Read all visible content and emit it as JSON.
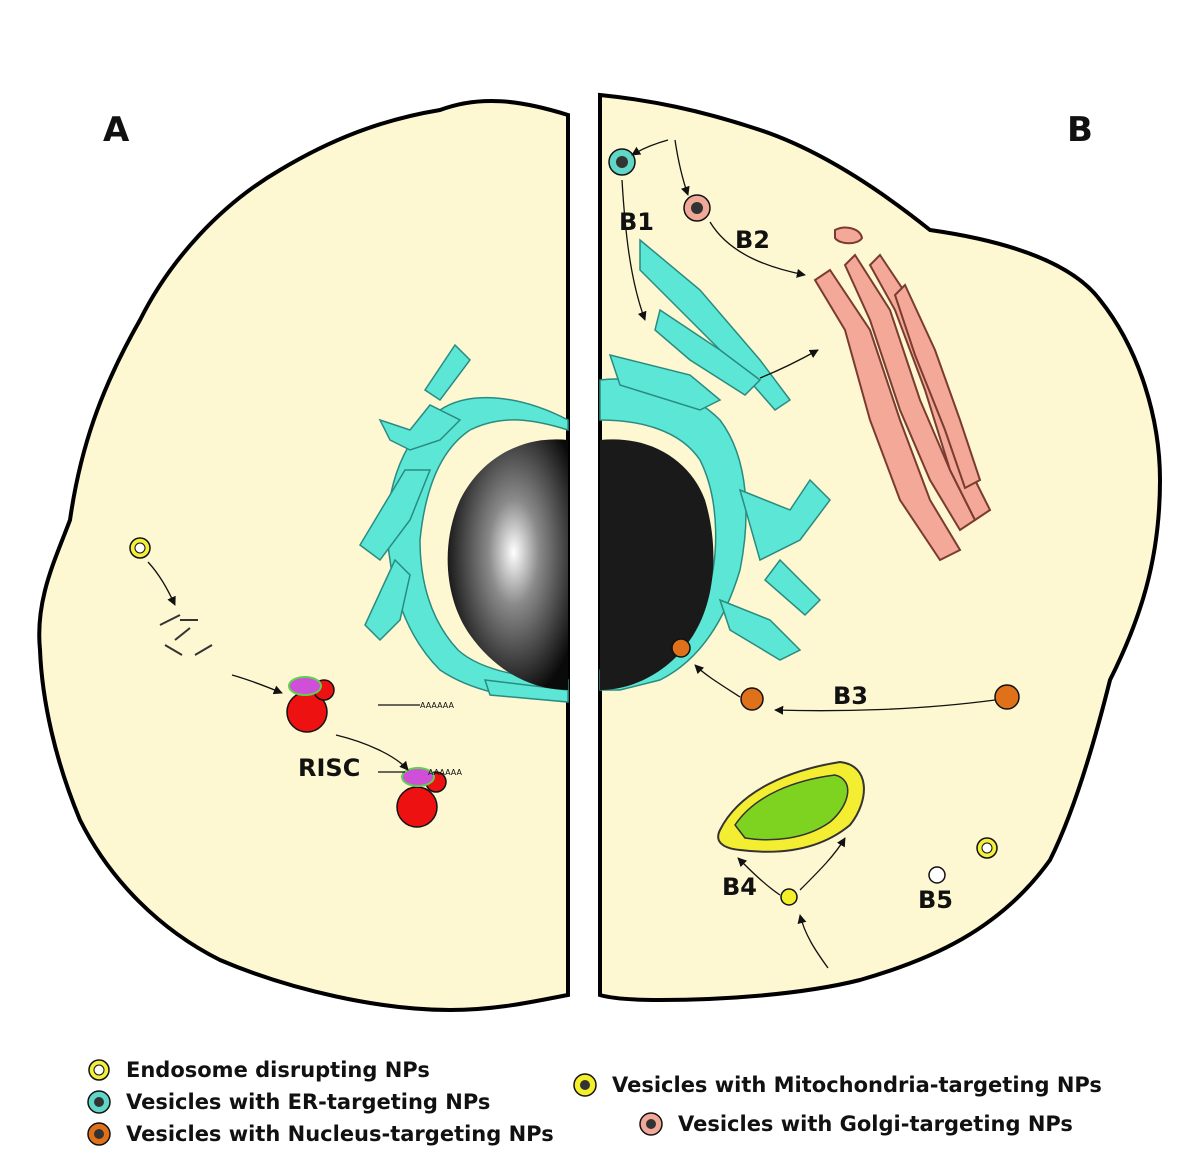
{
  "panels": {
    "left_label": "A",
    "right_label": "B"
  },
  "labels": {
    "b1": "B1",
    "b2": "B2",
    "b3": "B3",
    "b4": "B4",
    "b5": "B5",
    "risc": "RISC",
    "polyA": "AAAAAA"
  },
  "legend": [
    {
      "icon": "endosome-disrupting-icon",
      "text": "Endosome disrupting NPs",
      "color": "#f3ef3a"
    },
    {
      "icon": "er-vesicle-icon",
      "text": "Vesicles with ER-targeting NPs",
      "color": "#5fd6c6"
    },
    {
      "icon": "nucleus-vesicle-icon",
      "text": "Vesicles with Nucleus-targeting NPs",
      "color": "#e0711b"
    },
    {
      "icon": "mitochondria-vesicle-icon",
      "text": "Vesicles with Mitochondria-targeting NPs",
      "color": "#f3ef2a"
    },
    {
      "icon": "golgi-vesicle-icon",
      "text": "Vesicles with Golgi-targeting NPs",
      "color": "#f0a898"
    }
  ],
  "colors": {
    "cytoplasm": "#fdf7d2",
    "er": "#5ce6d6",
    "golgi": "#f3a898",
    "mitochondria_outer": "#f4ee32",
    "mitochondria_inner": "#7ed321",
    "risc": "#ee1111",
    "sirna": "#d04fd8",
    "nucleus": "#111111"
  }
}
